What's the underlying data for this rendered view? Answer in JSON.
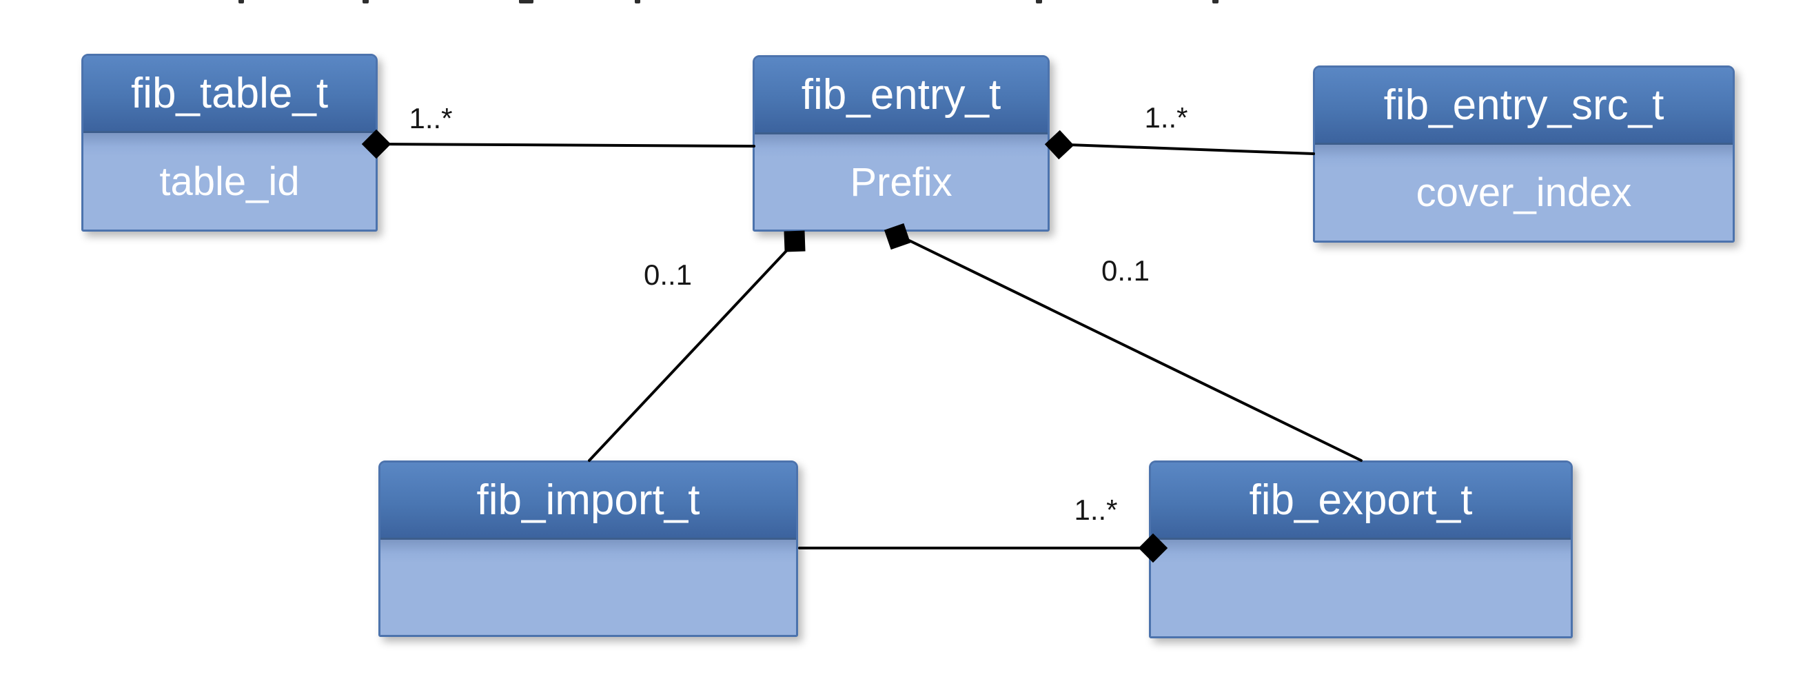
{
  "diagram": {
    "kind": "uml-class-diagram",
    "colors": {
      "header_gradient_top": "#5a87c4",
      "header_gradient_bottom": "#3c639e",
      "body_fill": "#9ab4df",
      "box_border": "#4c73ad",
      "connector": "#000000",
      "label_text": "#161616",
      "class_text": "#ffffff"
    },
    "classes": [
      {
        "name": "fib_table_t",
        "attributes": [
          "table_id"
        ]
      },
      {
        "name": "fib_entry_t",
        "attributes": [
          "Prefix"
        ]
      },
      {
        "name": "fib_entry_src_t",
        "attributes": [
          "cover_index"
        ]
      },
      {
        "name": "fib_import_t",
        "attributes": []
      },
      {
        "name": "fib_export_t",
        "attributes": []
      }
    ],
    "relationships": [
      {
        "from": "fib_table_t",
        "to": "fib_entry_t",
        "multiplicity": "1..*",
        "type": "composition",
        "diamond_at": "fib_table_t"
      },
      {
        "from": "fib_entry_t",
        "to": "fib_entry_src_t",
        "multiplicity": "1..*",
        "type": "composition",
        "diamond_at": "fib_entry_t"
      },
      {
        "from": "fib_entry_t",
        "to": "fib_import_t",
        "multiplicity": "0..1",
        "type": "composition",
        "diamond_at": "fib_entry_t"
      },
      {
        "from": "fib_entry_t",
        "to": "fib_export_t",
        "multiplicity": "0..1",
        "type": "composition",
        "diamond_at": "fib_entry_t"
      },
      {
        "from": "fib_import_t",
        "to": "fib_export_t",
        "multiplicity": "1..*",
        "type": "composition",
        "diamond_at": "fib_export_t"
      }
    ]
  }
}
